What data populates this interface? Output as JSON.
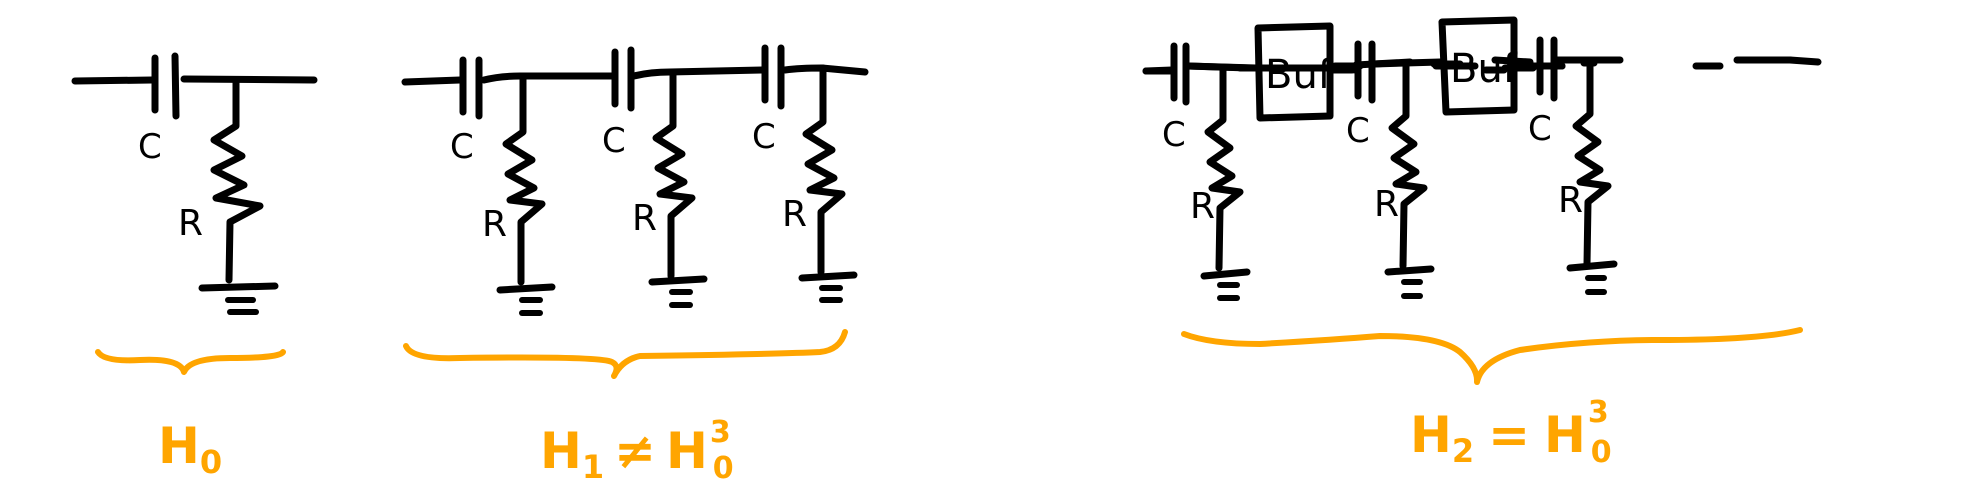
{
  "colors": {
    "ink": "#000000",
    "accent": "#FFA500",
    "background": "#FFFFFF"
  },
  "component_labels": {
    "capacitor": "C",
    "resistor": "R",
    "buffer": "Buf"
  },
  "circuits": [
    {
      "id": "h0",
      "description": "single RC high-pass stage",
      "stages": 1,
      "buffered": false,
      "label": {
        "base": "H",
        "sub": "0",
        "relation": "",
        "rhs_base": "",
        "rhs_sub": "",
        "rhs_sup": ""
      }
    },
    {
      "id": "h1",
      "description": "three cascaded RC stages without buffers",
      "stages": 3,
      "buffered": false,
      "label": {
        "base": "H",
        "sub": "1",
        "relation": "≠",
        "rhs_base": "H",
        "rhs_sub": "0",
        "rhs_sup": "3"
      }
    },
    {
      "id": "h2",
      "description": "three RC stages separated by buffers",
      "stages": 3,
      "buffered": true,
      "label": {
        "base": "H",
        "sub": "2",
        "relation": "=",
        "rhs_base": "H",
        "rhs_sub": "0",
        "rhs_sup": "3"
      }
    }
  ]
}
